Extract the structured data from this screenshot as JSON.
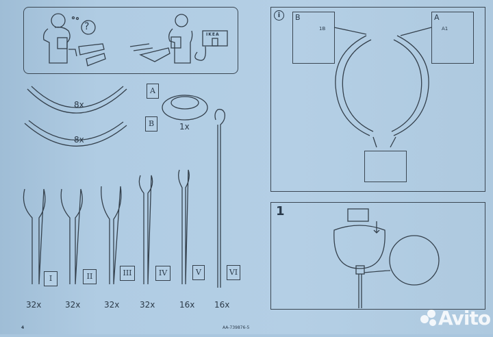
{
  "help_panel": {
    "left_figure": {
      "thought_bubble": "?"
    },
    "right_figure": {
      "store_sign": "IKEA"
    }
  },
  "parts": {
    "chain_A": {
      "label": "A",
      "quantity": "8x"
    },
    "chain_B": {
      "label": "B",
      "quantity": "8x"
    },
    "ring": {
      "quantity": "1x"
    },
    "rods": [
      {
        "label": "I",
        "quantity": "32x"
      },
      {
        "label": "II",
        "quantity": "32x"
      },
      {
        "label": "III",
        "quantity": "32x"
      },
      {
        "label": "IV",
        "quantity": "32x"
      },
      {
        "label": "V",
        "quantity": "16x"
      },
      {
        "label": "VI",
        "quantity": "16x"
      }
    ]
  },
  "info_panel": {
    "icon": "i",
    "inset_left_label": "B",
    "inset_left_tag": "1B",
    "inset_right_label": "A",
    "inset_right_tag": "A1"
  },
  "step_panel": {
    "step_number": "1"
  },
  "footer": {
    "page_number": "4",
    "doc_code": "AA-739876-5"
  },
  "watermark": {
    "text": "Avito"
  }
}
